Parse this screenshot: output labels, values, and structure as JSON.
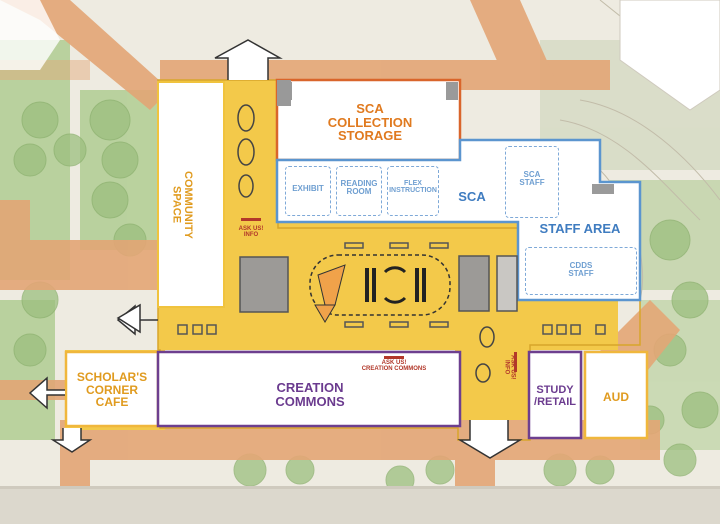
{
  "rooms": {
    "sca_collection_storage": "SCA\nCOLLECTION\nSTORAGE",
    "community_space": "COMMUNITY\nSPACE",
    "sca": "SCA",
    "staff_area": "STAFF AREA",
    "exhibit": "EXHIBIT",
    "reading_room": "READING\nROOM",
    "flex_instruction": "FLEX\nINSTRUCTION",
    "sca_staff": "SCA\nSTAFF",
    "cdds_staff": "CDDS\nSTAFF",
    "scholars_corner_cafe": "SCHOLAR'S\nCORNER\nCAFE",
    "creation_commons": "CREATION\nCOMMONS",
    "study_retail": "STUDY\n/RETAIL",
    "aud": "AUD",
    "ask_us_info_1": "ASK US!\nINFO",
    "ask_us_creation_commons": "ASK US!\nCREATION COMMONS",
    "ask_us_info_2": "ASK US!\nINFO"
  },
  "colors": {
    "public_zone": "#f2c744",
    "sca_zone": "#5b95cf",
    "storage_outline": "#d9652b",
    "creation_zone": "#6d3f8f",
    "cafe_outline": "#e9b43a",
    "label_orange": "#e07a1f",
    "label_blue": "#3f7cc0",
    "label_purple": "#6b3b8f",
    "ask_us_red": "#b2382a",
    "path_orange": "#e6a577",
    "lawn_green": "#a9c88c"
  }
}
